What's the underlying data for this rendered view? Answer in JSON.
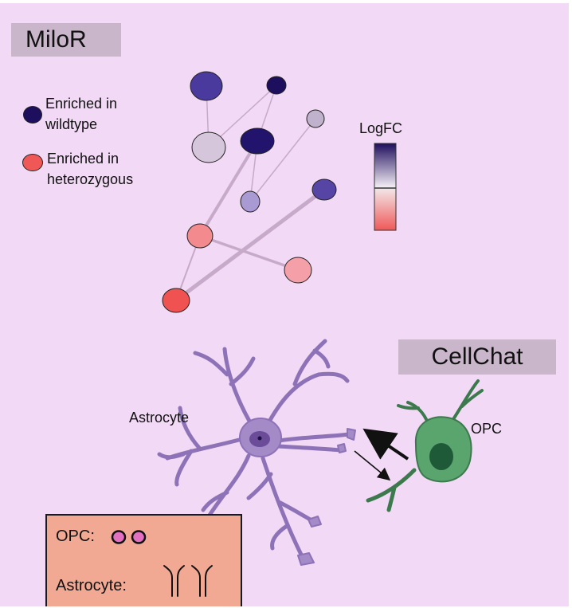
{
  "milor": {
    "title": "MiloR",
    "legend": {
      "wildtype_label": [
        "Enriched in",
        "wildtype"
      ],
      "heterozygous_label": [
        "Enriched in",
        "heterozygous"
      ],
      "wildtype_color": "#1e0e5e",
      "heterozygous_color": "#f05858"
    },
    "colorbar_title": "LogFC"
  },
  "cellchat": {
    "title": "CellChat",
    "astrocyte_label": "Astrocyte",
    "opc_label": "OPC",
    "astrocyte_color": "#a58ac8",
    "opc_color": "#5aa46e"
  },
  "key_box": {
    "opc_label": "OPC:",
    "astrocyte_label": "Astrocyte:",
    "opc_receptor_color": "#e36fc0"
  }
}
